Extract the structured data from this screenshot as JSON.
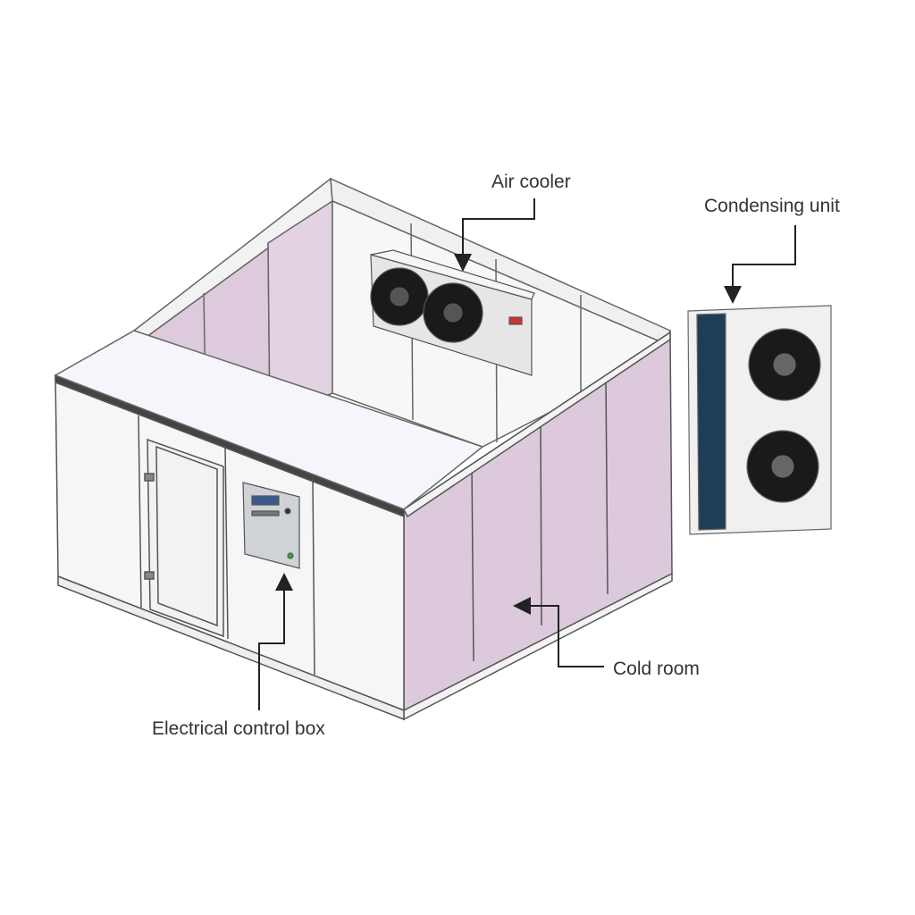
{
  "labels": {
    "air_cooler": "Air cooler",
    "condensing_unit": "Condensing unit",
    "cold_room": "Cold room",
    "control_box": "Electrical control box"
  },
  "colors": {
    "panel_white": "#f4f4f4",
    "panel_pink": "#dcc9dc",
    "outline": "#555555",
    "roof_strip": "#f4f6fb",
    "fan": "#1a1a1a",
    "coil": "#1f3d55"
  }
}
